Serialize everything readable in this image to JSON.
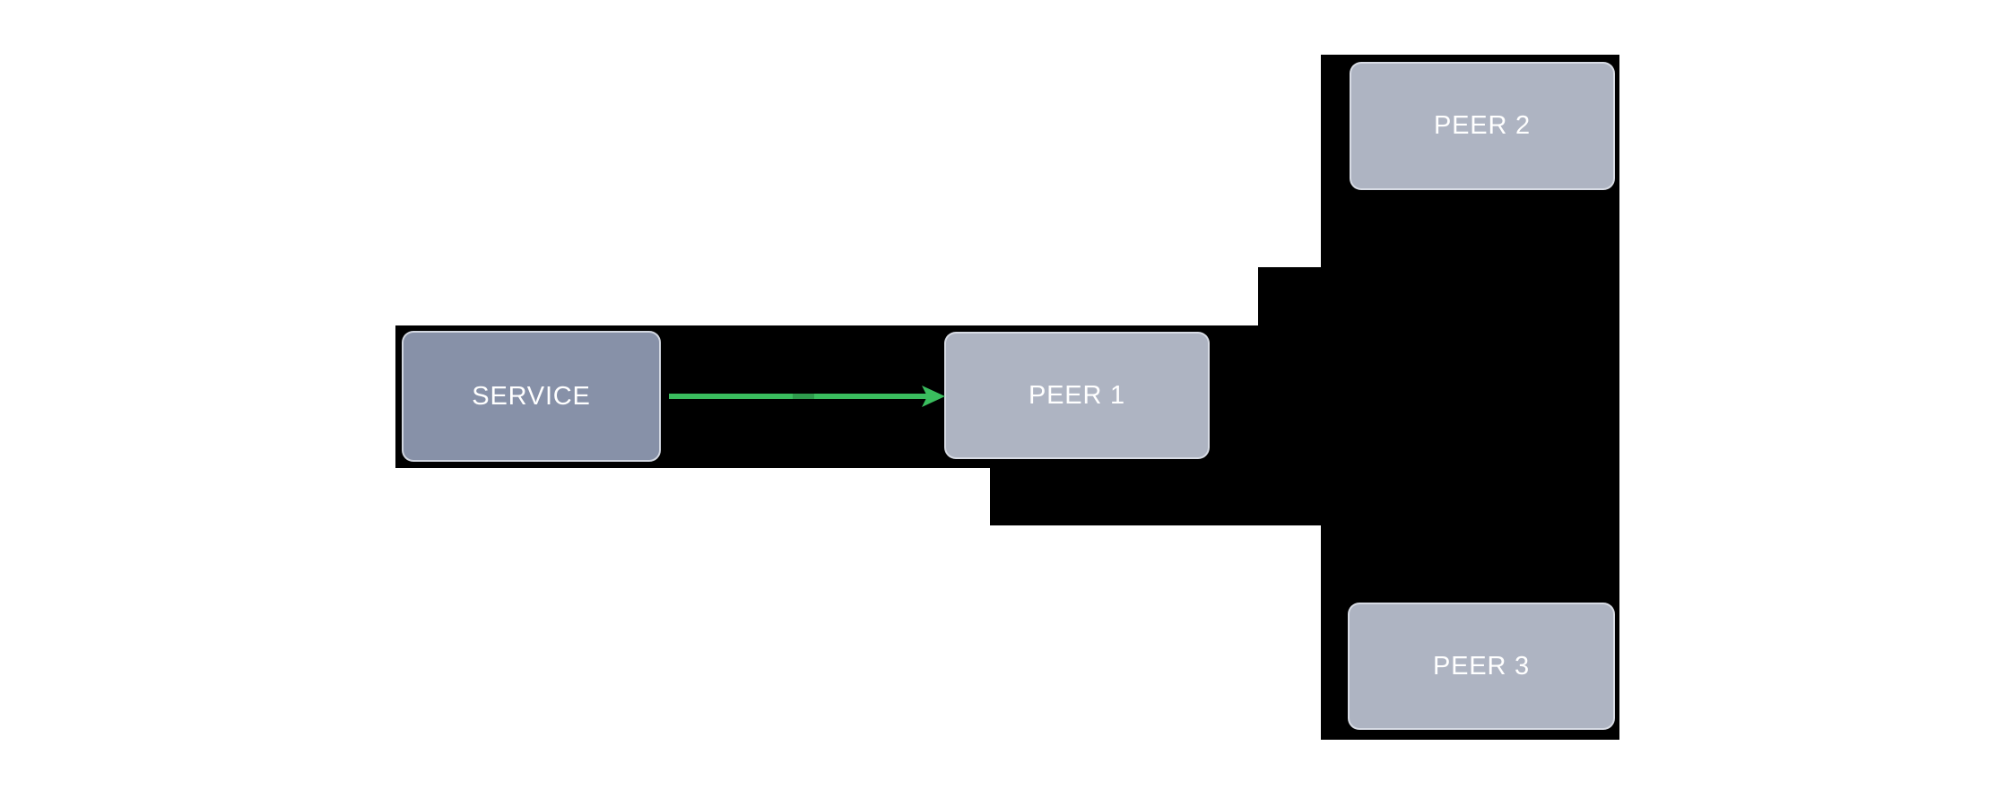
{
  "diagram": {
    "type": "network-topology",
    "background_color": "#ffffff",
    "connector_fill": "#000000",
    "nodes": {
      "service": {
        "label": "SERVICE",
        "fill": "#8791a8",
        "text_color": "#ffffff"
      },
      "peer1": {
        "label": "PEER 1",
        "fill": "#aeb4c2",
        "text_color": "#ffffff"
      },
      "peer2": {
        "label": "PEER 2",
        "fill": "#aeb4c2",
        "text_color": "#ffffff"
      },
      "peer3": {
        "label": "PEER 3",
        "fill": "#aeb4c2",
        "text_color": "#ffffff"
      }
    },
    "edges": [
      {
        "from": "SERVICE",
        "to": "PEER 1",
        "style": "solid-arrow",
        "color": "#3abd5e"
      }
    ]
  }
}
